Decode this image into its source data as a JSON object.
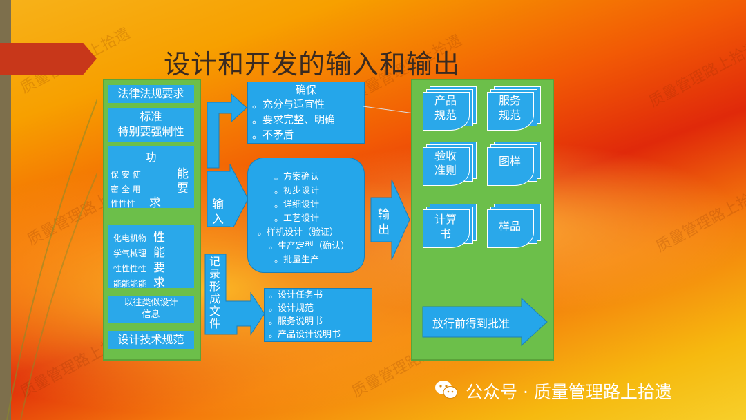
{
  "title": "设计和开发的输入和输出",
  "left_column": {
    "box1": "法律法规要求",
    "box2_line1": "标准",
    "box2_line2": "特别要强制性",
    "box3_head": "功",
    "box3_rows": [
      {
        "small": "保 安 使",
        "big": "能"
      },
      {
        "small": "密 全 用",
        "big": "要"
      },
      {
        "small": "性性性",
        "big": "求"
      }
    ],
    "box4_rows": [
      {
        "small": "化电机物",
        "big": "性"
      },
      {
        "small": "学气械理",
        "big": "能"
      },
      {
        "small": "性性性性",
        "big": "要"
      },
      {
        "small": "能能能能",
        "big": "求"
      }
    ],
    "box5_line1": "以往类似设计",
    "box5_line2": "信息",
    "box6": "设计技术规范"
  },
  "input_label": "输入",
  "record_label": "记录形成文件",
  "ensure_box": {
    "head": "确保",
    "items": [
      "。充分与适宜性",
      "。要求完整、明确",
      "。不矛盾"
    ]
  },
  "process_box": {
    "items": [
      "。方案确认",
      "。初步设计",
      "。详细设计",
      "。工艺设计",
      "。样机设计（验证）",
      "。生产定型（确认）",
      "。批量生产"
    ]
  },
  "docs_box": {
    "items": [
      "。设计任务书",
      "。设计规范",
      "。服务说明书",
      "。产品设计说明书"
    ]
  },
  "output_label": "输出",
  "right_column": {
    "docs": [
      {
        "line1": "产品",
        "line2": "规范"
      },
      {
        "line1": "服务",
        "line2": "规范"
      },
      {
        "line1": "验收",
        "line2": "准则"
      },
      {
        "line1": "图样",
        "line2": ""
      },
      {
        "line1": "计算",
        "line2": "书"
      },
      {
        "line1": "样品",
        "line2": ""
      }
    ],
    "release_label": "放行前得到批准"
  },
  "footer": "公众号 · 质量管理路上拾遗",
  "watermark": "质量管理路上拾遗",
  "colors": {
    "box_blue": "#2aa8ea",
    "column_green": "#6cbf4a",
    "title": "#3a2a20"
  }
}
